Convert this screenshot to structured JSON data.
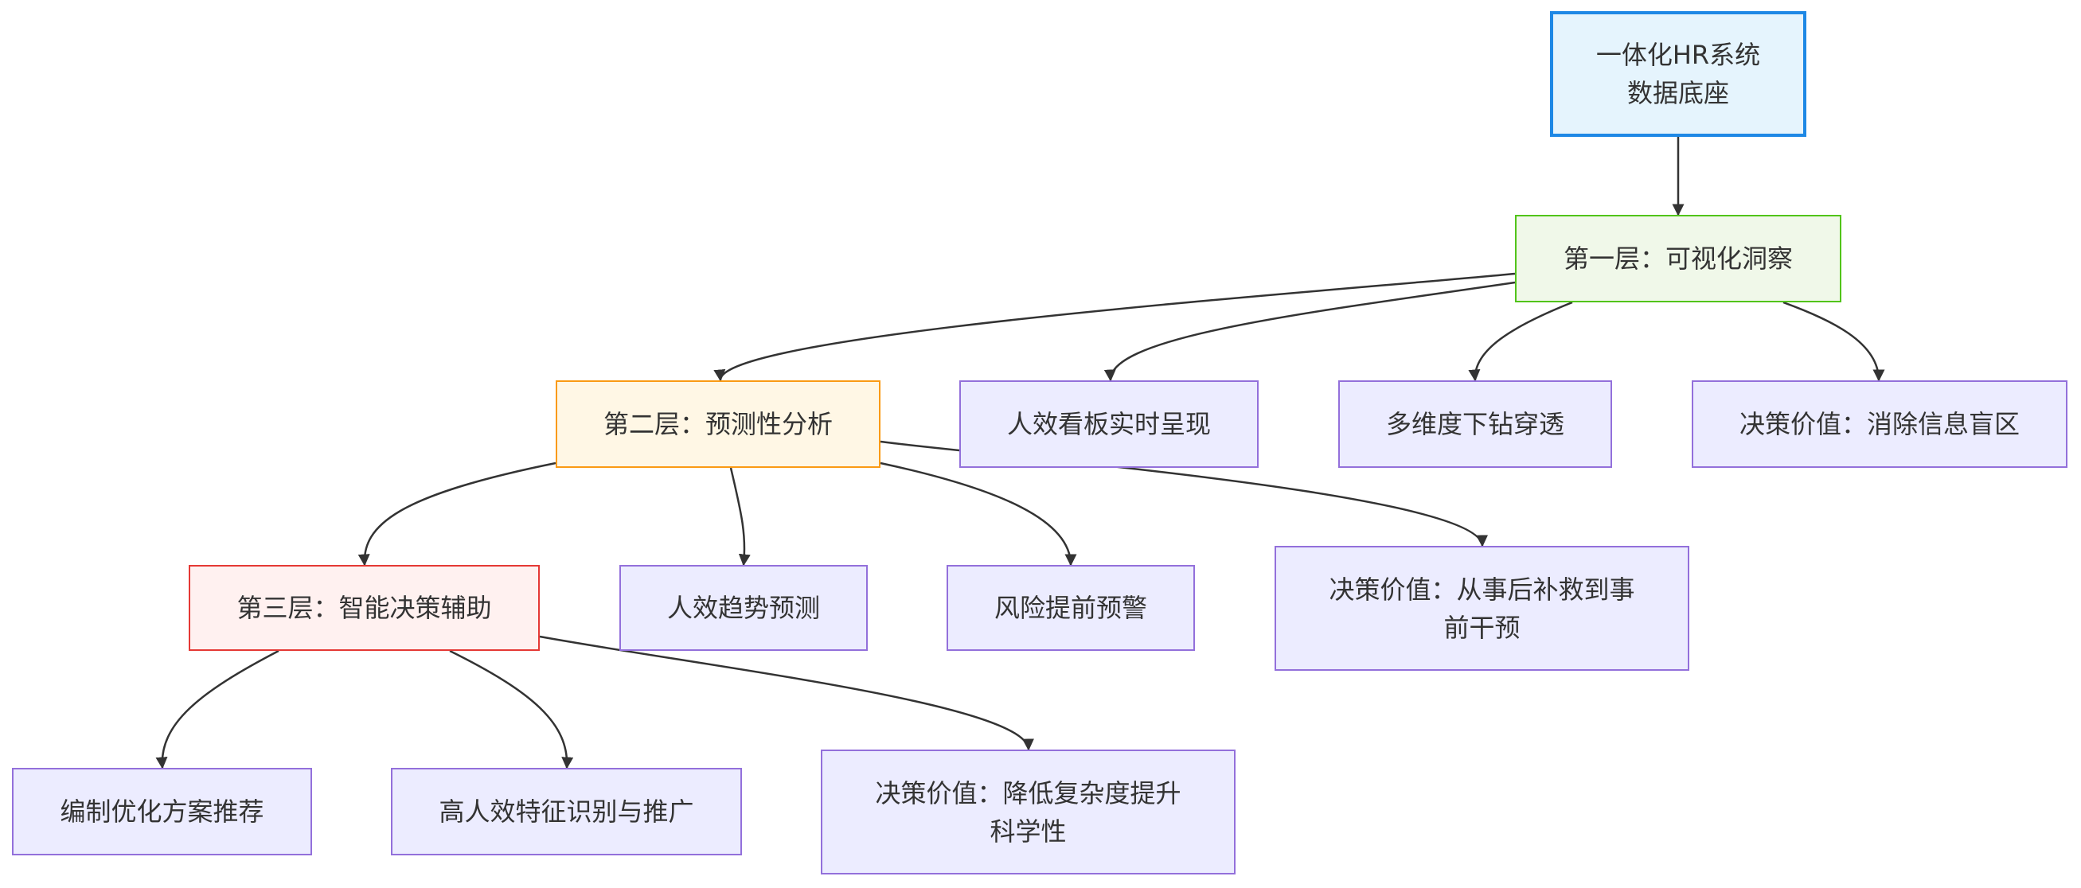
{
  "nodes": {
    "base": "一体化HR系统\n数据底座",
    "layer1": "第一层：可视化洞察",
    "l1_dashboard": "人效看板实时呈现",
    "l1_drilldown": "多维度下钻穿透",
    "l1_value": "决策价值：消除信息盲区",
    "layer2": "第二层：预测性分析",
    "l2_trend": "人效趋势预测",
    "l2_risk": "风险提前预警",
    "l2_value": "决策价值：从事后补救到事\n前干预",
    "layer3": "第三层：智能决策辅助",
    "l3_staffing": "编制优化方案推荐",
    "l3_feature": "高人效特征识别与推广",
    "l3_value": "决策价值：降低复杂度提升\n科学性"
  },
  "colors": {
    "edge": "#333333",
    "base_border": "#1e88e5",
    "layer1_border": "#52c41a",
    "layer2_border": "#fa9a14",
    "layer3_border": "#e53935",
    "leaf_border": "#9370db"
  }
}
